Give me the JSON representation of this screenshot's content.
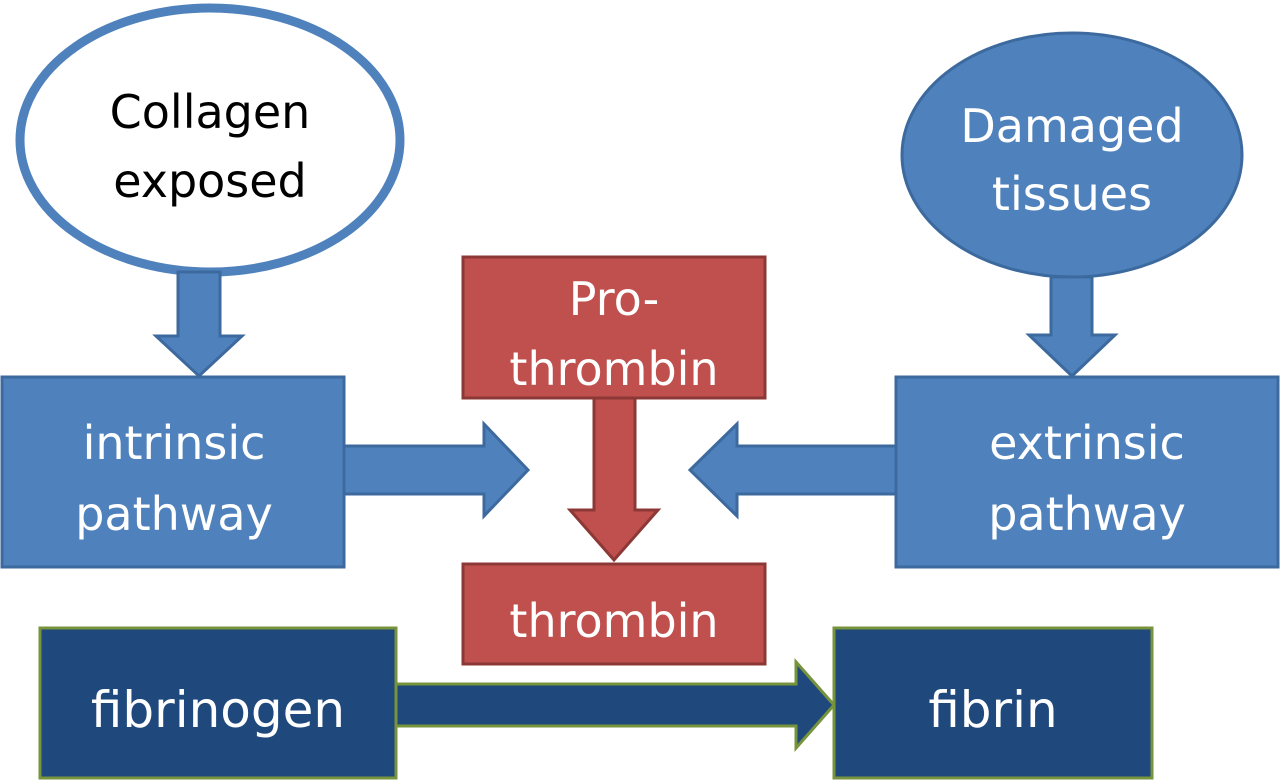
{
  "nodes": {
    "collagen": {
      "line1": "Collagen",
      "line2": "exposed"
    },
    "damaged": {
      "line1": "Damaged",
      "line2": "tissues"
    },
    "prothrombin": {
      "line1": "Pro-",
      "line2": "thrombin"
    },
    "intrinsic": {
      "line1": "intrinsic",
      "line2": "pathway"
    },
    "extrinsic": {
      "line1": "extrinsic",
      "line2": "pathway"
    },
    "thrombin": {
      "label": "thrombin"
    },
    "fibrinogen": {
      "label": "fibrinogen"
    },
    "fibrin": {
      "label": "fibrin"
    }
  },
  "colors": {
    "light_blue_fill": "#4f81bd",
    "light_blue_stroke": "#3d6a9e",
    "red_fill": "#c0504d",
    "red_stroke": "#8c3836",
    "dark_blue_fill": "#1f497d",
    "green_stroke": "#77933c",
    "white": "#ffffff",
    "black": "#000000"
  }
}
